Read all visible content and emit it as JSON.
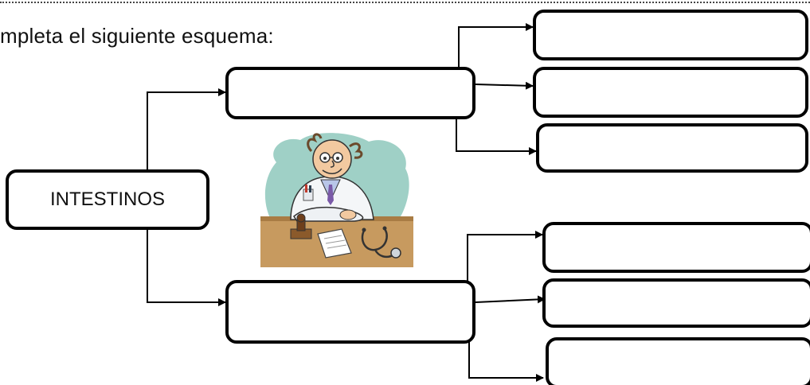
{
  "instruction": {
    "text": "mpleta el siguiente esquema:"
  },
  "diagram": {
    "root_label": "INTESTINOS",
    "middle_boxes": [
      {
        "name": "upper",
        "value": ""
      },
      {
        "name": "lower",
        "value": ""
      }
    ],
    "answer_boxes": [
      {
        "group": "upper",
        "value": ""
      },
      {
        "group": "upper",
        "value": ""
      },
      {
        "group": "upper",
        "value": ""
      },
      {
        "group": "lower",
        "value": ""
      },
      {
        "group": "lower",
        "value": ""
      },
      {
        "group": "lower",
        "value": ""
      }
    ]
  },
  "illustration": {
    "icon": "doctor-at-desk-illustration"
  },
  "colors": {
    "stroke": "#000000",
    "bg": "#ffffff",
    "illus_wall": "#9fd0c6",
    "illus_desk": "#c79a5f"
  }
}
